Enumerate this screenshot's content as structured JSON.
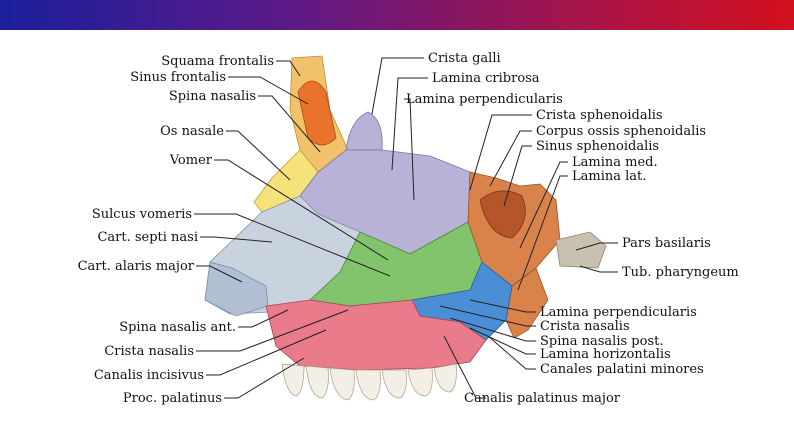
{
  "labels": {
    "squama_frontalis": "Squama frontalis",
    "sinus_frontalis": "Sinus frontalis",
    "spina_nasalis": "Spina nasalis",
    "os_nasale": "Os nasale",
    "vomer": "Vomer",
    "sulcus_vomeris": "Sulcus vomeris",
    "cart_septi_nasi": "Cart. septi nasi",
    "cart_alaris_major": "Cart. alaris major",
    "spina_nasalis_ant": "Spina nasalis ant.",
    "crista_nasalis_left": "Crista nasalis",
    "canalis_incisivus": "Canalis incisivus",
    "proc_palatinus": "Proc. palatinus",
    "crista_galli": "Crista galli",
    "lamina_cribrosa": "Lamina cribrosa",
    "lamina_perpendicularis_top": "Lamina perpendicularis",
    "crista_sphenoidalis": "Crista sphenoidalis",
    "corpus_ossis_sphenoidalis": "Corpus ossis sphenoidalis",
    "sinus_sphenoidalis": "Sinus sphenoidalis",
    "lamina_med": "Lamina med.",
    "lamina_lat": "Lamina lat.",
    "pars_basilaris": "Pars basilaris",
    "tub_pharyngeum": "Tub. pharyngeum",
    "lamina_perpendicularis_bottom": "Lamina perpendicularis",
    "crista_nasalis_right": "Crista nasalis",
    "spina_nasalis_post": "Spina nasalis post.",
    "lamina_horizontalis": "Lamina horizontalis",
    "canales_palatini_minores": "Canales palatini minores",
    "canalis_palatinus_major": "Canalis palatinus major"
  },
  "colors": {
    "header_start": "#1a1f9c",
    "header_end": "#d3101e",
    "frontal_bone": "#f2c26b",
    "frontal_sinus": "#e9722c",
    "nasal_bone": "#f6e27a",
    "ethmoid": "#b8b3d6",
    "cartilage": "#c9d3e0",
    "vomer": "#82c46c",
    "sphenoid": "#d9824a",
    "palatine": "#4a8fd6",
    "maxilla": "#e97b8a",
    "occipital": "#c8c0b0",
    "teeth": "#f4efe6"
  }
}
